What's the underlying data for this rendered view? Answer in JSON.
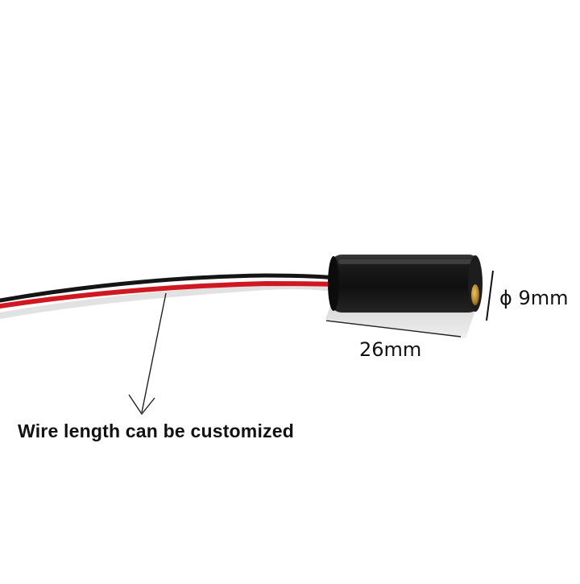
{
  "annotations": {
    "wire_caption": "Wire length can be customized",
    "length_dimension": "26mm",
    "diameter_dimension": "ϕ 9mm"
  },
  "colors": {
    "background": "#ffffff",
    "module_body": "#141414",
    "wire_red": "#d01822",
    "wire_black": "#151515",
    "brass_lens": "#b8862f",
    "annotation_text": "#111111"
  },
  "objects": {
    "product": "laser-module-icon",
    "arrow": "pointer-arrow-icon"
  }
}
